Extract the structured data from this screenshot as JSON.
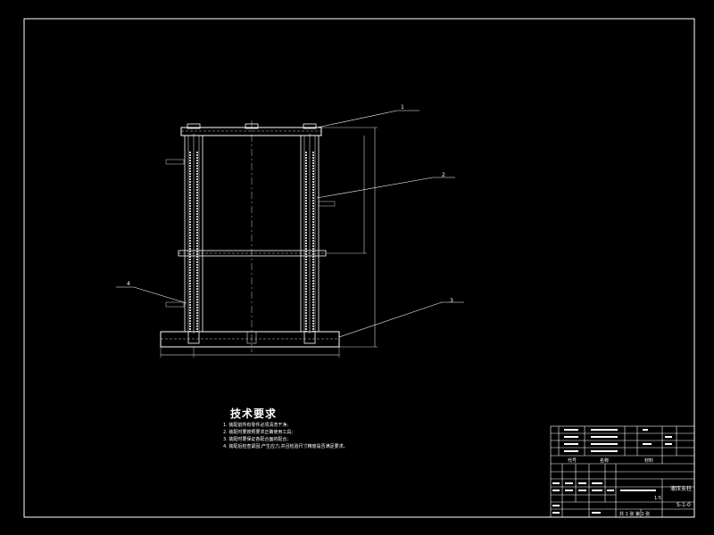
{
  "callouts": [
    "1",
    "2",
    "3",
    "4"
  ],
  "technical_requirements": {
    "title": "技术要求",
    "items": [
      "1. 装配前所有零件必须清洗干净;",
      "2. 装配时要按照要求正确使用工具;",
      "3. 装配时要保证各配合面的配合;",
      "4. 装配后检查紧固;产生应力,并且检验尺寸精度是否满足要求。"
    ]
  },
  "title_block": {
    "header": {
      "code": "代号",
      "name": "名称",
      "material": "材料"
    },
    "drawing_name": "液压支柱",
    "drawing_number": "S-1-0",
    "sheet_info": "共 1 张 第 1 张",
    "scale_label": "1:5"
  },
  "colors": {
    "background": "#000000",
    "line": "#ffffff",
    "accent": "#00aa00"
  }
}
